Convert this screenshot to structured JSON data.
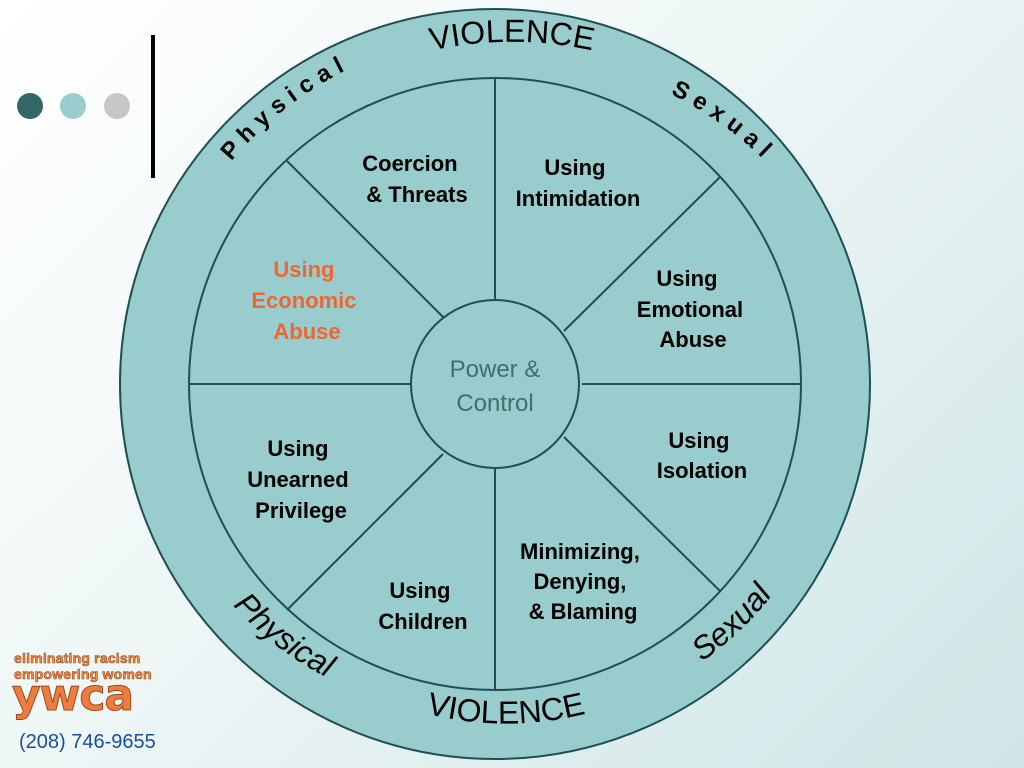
{
  "ring": {
    "top_label": "VIOLENCE",
    "bottom_label": "VIOLENCE",
    "upper_left": "Physical",
    "upper_right": "Sexual",
    "lower_left": "Physical",
    "lower_right": "Sexual"
  },
  "center": {
    "line1": "Power &",
    "line2": "Control"
  },
  "segments": [
    {
      "lines": [
        "Coercion",
        "& Threats"
      ]
    },
    {
      "lines": [
        "Using",
        "Intimidation"
      ]
    },
    {
      "lines": [
        "Using",
        "Emotional",
        "Abuse"
      ]
    },
    {
      "lines": [
        "Using",
        "Isolation"
      ]
    },
    {
      "lines": [
        "Minimizing,",
        "Denying,",
        "& Blaming"
      ]
    },
    {
      "lines": [
        "Using",
        "Children"
      ]
    },
    {
      "lines": [
        "Using",
        "Unearned",
        "Privilege"
      ]
    },
    {
      "lines": [
        "Using",
        "Economic",
        "Abuse"
      ]
    }
  ],
  "logo": {
    "line1": "eliminating racism",
    "line2": "empowering women",
    "brand": "ywca"
  },
  "phone": "(208) 746-9655",
  "colors": {
    "wheel_fill": "#99cccc",
    "outline": "#1f4f55",
    "highlight_text": "#ee6633",
    "center_text": "#3f6f6f",
    "dot_dark": "#336666",
    "dot_mid": "#99cccc",
    "dot_light": "#c6c6c6"
  }
}
